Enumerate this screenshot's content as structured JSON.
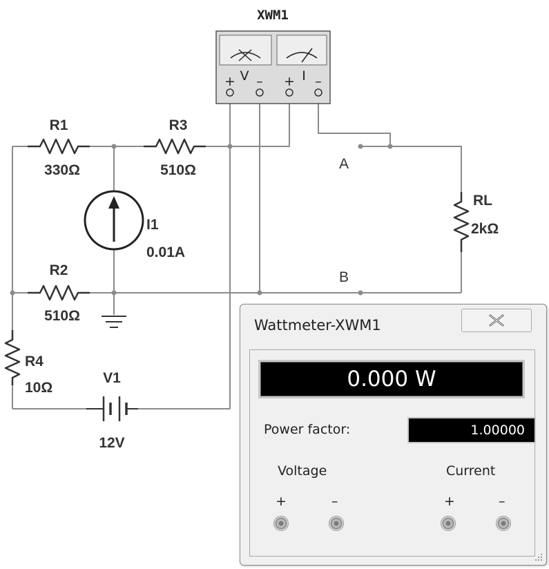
{
  "schematic": {
    "meter_ref": "XWM1",
    "meter_terminals": {
      "v_plus": "+",
      "v": "V",
      "v_minus": "–",
      "i_plus": "+",
      "i": "I",
      "i_minus": "–"
    },
    "components": {
      "r1": {
        "name": "R1",
        "value": "330Ω"
      },
      "r3": {
        "name": "R3",
        "value": "510Ω"
      },
      "r2": {
        "name": "R2",
        "value": "510Ω"
      },
      "r4": {
        "name": "R4",
        "value": "10Ω"
      },
      "i1": {
        "name": "I1",
        "value": "0.01A"
      },
      "v1": {
        "name": "V1",
        "value": "12V"
      },
      "rl": {
        "name": "RL",
        "value": "2kΩ"
      }
    },
    "nodes": {
      "a": "A",
      "b": "B"
    }
  },
  "wattmeter_window": {
    "title": "Wattmeter-XWM1",
    "close_icon": "close-x-icon",
    "power_reading": "0.000 W",
    "power_factor_label": "Power factor:",
    "power_factor_value": "1.00000",
    "voltage_label": "Voltage",
    "current_label": "Current",
    "plus": "+",
    "minus": "–"
  }
}
